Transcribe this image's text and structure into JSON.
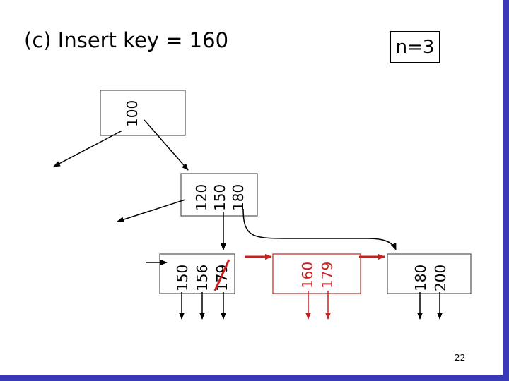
{
  "title": "(c) Insert key = 160",
  "order_label": "n=3",
  "page_number": "22",
  "colors": {
    "frame": "#3a3ab8",
    "highlight": "#cc1f1f",
    "ink": "#000000"
  },
  "nodes": {
    "root": {
      "keys": [
        "100"
      ]
    },
    "internal": {
      "keys": [
        "120",
        "150",
        "180"
      ]
    },
    "leaf1": {
      "keys": [
        "150",
        "156",
        "179"
      ],
      "deleted_key": "179"
    },
    "leaf2": {
      "keys": [
        "160",
        "179"
      ],
      "is_new": true
    },
    "leaf3": {
      "keys": [
        "180",
        "200"
      ]
    }
  }
}
